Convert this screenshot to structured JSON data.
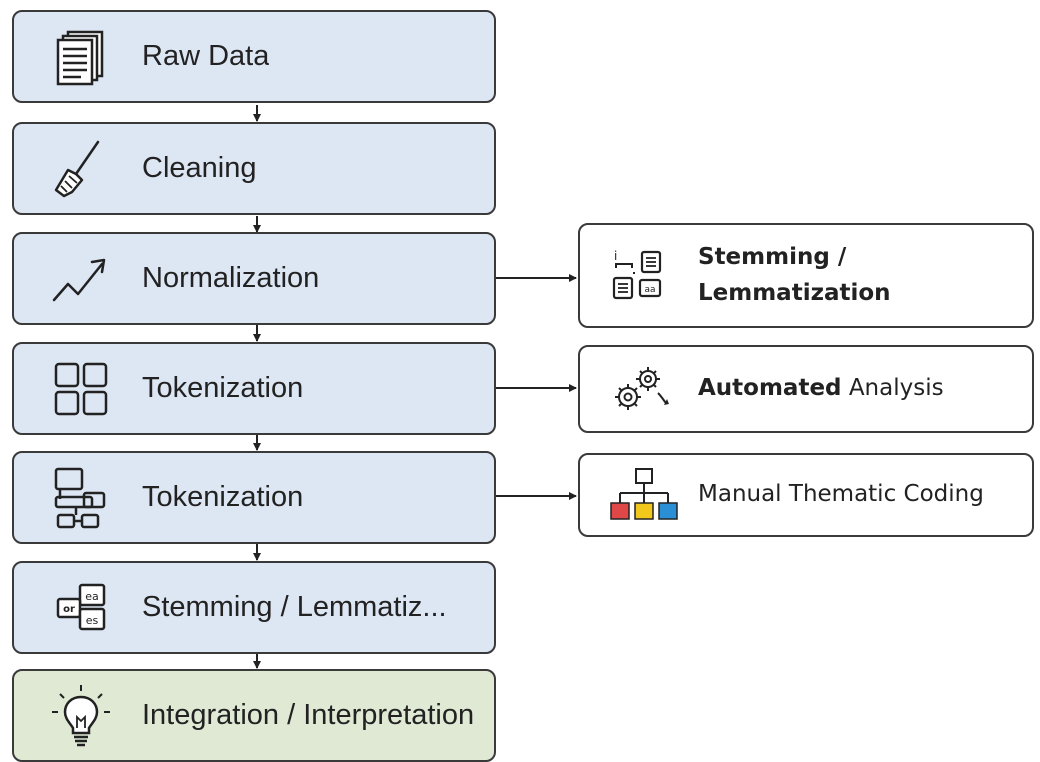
{
  "steps": [
    {
      "label": "Raw Data",
      "icon": "documents-icon"
    },
    {
      "label": "Cleaning",
      "icon": "broom-icon"
    },
    {
      "label": "Normalization",
      "icon": "trend-arrow-icon"
    },
    {
      "label": "Tokenization",
      "icon": "grid-squares-icon"
    },
    {
      "label": "Tokenization",
      "icon": "network-blocks-icon"
    },
    {
      "label": "Stemming / Lemmatiz...",
      "icon": "word-cards-icon"
    },
    {
      "label": "Integration / Interpretation",
      "icon": "lightbulb-icon"
    }
  ],
  "side_branches": [
    {
      "label": "Stemming / Lemmatization",
      "icon": "document-transform-icon"
    },
    {
      "label_bold": "Automated",
      "label_rest": " Analysis",
      "icon": "gears-icon"
    },
    {
      "label": "Manual Thematic Coding",
      "icon": "hierarchy-icon"
    }
  ],
  "colors": {
    "step_fill": "#dde6f3",
    "final_step_fill": "#dfe9d4",
    "border": "#3a3a3a",
    "hierarchy_red": "#e04848",
    "hierarchy_yellow": "#f2c81c",
    "hierarchy_blue": "#2b8fd6"
  }
}
